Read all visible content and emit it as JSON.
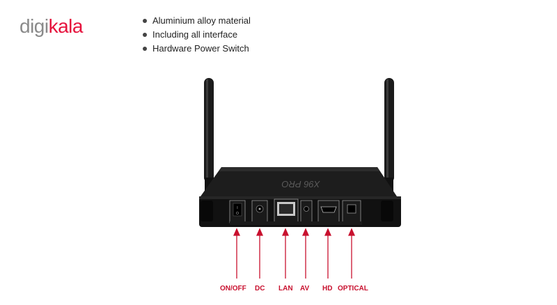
{
  "logo": {
    "part1": "digi",
    "part2": "kala"
  },
  "features": [
    "Aluminium alloy material",
    "Including all interface",
    "Hardware Power Switch"
  ],
  "device": {
    "brand": "X96 PRO",
    "ports": [
      {
        "text": "ON/OFF"
      },
      {
        "text": "DC"
      },
      {
        "text": "LAN"
      },
      {
        "text": "AV"
      },
      {
        "text": "HD"
      },
      {
        "text": "OPTICAL"
      }
    ]
  },
  "colors": {
    "logo_gray": "#8a8a8a",
    "logo_red": "#e6123d",
    "label_red": "#c8102e"
  }
}
